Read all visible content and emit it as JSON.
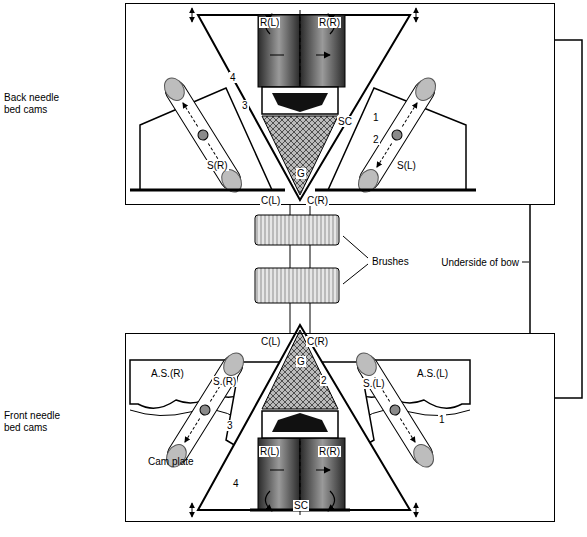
{
  "diagram": {
    "nodes": [
      {
        "text": [
          "Back needle bed cams"
        ]
      },
      {
        "text": [
          "Front needle bed cams",
          "Cam plate"
        ]
      }
    ],
    "edges": [
      {
        "from": 0,
        "to": 1,
        "arrow": "none",
        "label": "Underside of bow"
      }
    ],
    "labels": [
      "R(L)",
      "R(R)",
      "4",
      "SC",
      "1",
      "3",
      "2",
      "S(R)",
      "S(L)",
      "G",
      "C(L)",
      "C(R)",
      "Brushes",
      "C(L)",
      "C(R)",
      "G",
      "2",
      "A.S.(R)",
      "S.(R)",
      "S.(L)",
      "A.S.(L)",
      "3",
      "1",
      "4",
      "R(L)",
      "R(R)",
      "SC"
    ]
  }
}
